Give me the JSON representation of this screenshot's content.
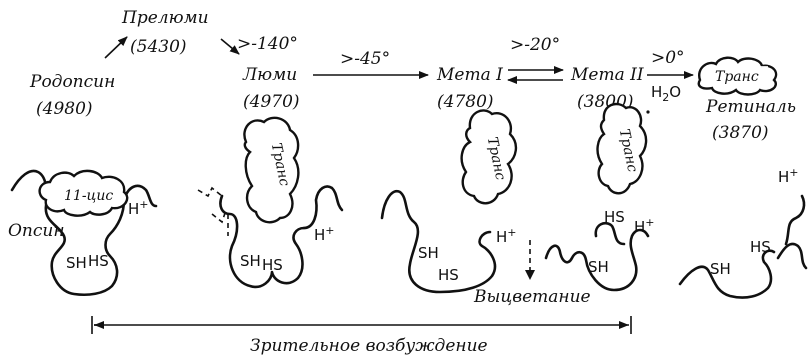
{
  "states": {
    "rhodopsin": {
      "name": "Родопсин",
      "value": "(4980)"
    },
    "prelumi": {
      "name": "Прелюми",
      "value": "(5430)"
    },
    "lumi": {
      "name": "Люми",
      "value": "(4970)"
    },
    "meta1": {
      "name": "Мета I",
      "value": "(4780)"
    },
    "meta2": {
      "name": "Мета II",
      "value": "(3800)"
    },
    "retinal": {
      "name": "Ретиналь",
      "value": "(3870)"
    }
  },
  "conditions": {
    "to_lumi": ">-140°",
    "to_meta1": ">-45°",
    "to_meta2": ">-20°",
    "to_retinal": ">0°",
    "water": "H2O"
  },
  "chromophore": {
    "cis": "11-цис",
    "trans": "Транс"
  },
  "groups": {
    "proton": "H",
    "proton_charge": "+",
    "sh": "SH",
    "hs": "HS"
  },
  "labels": {
    "opsin": "Опсин",
    "bleaching": "Выцветание",
    "visual_excitation": "Зрительное возбуждение"
  }
}
